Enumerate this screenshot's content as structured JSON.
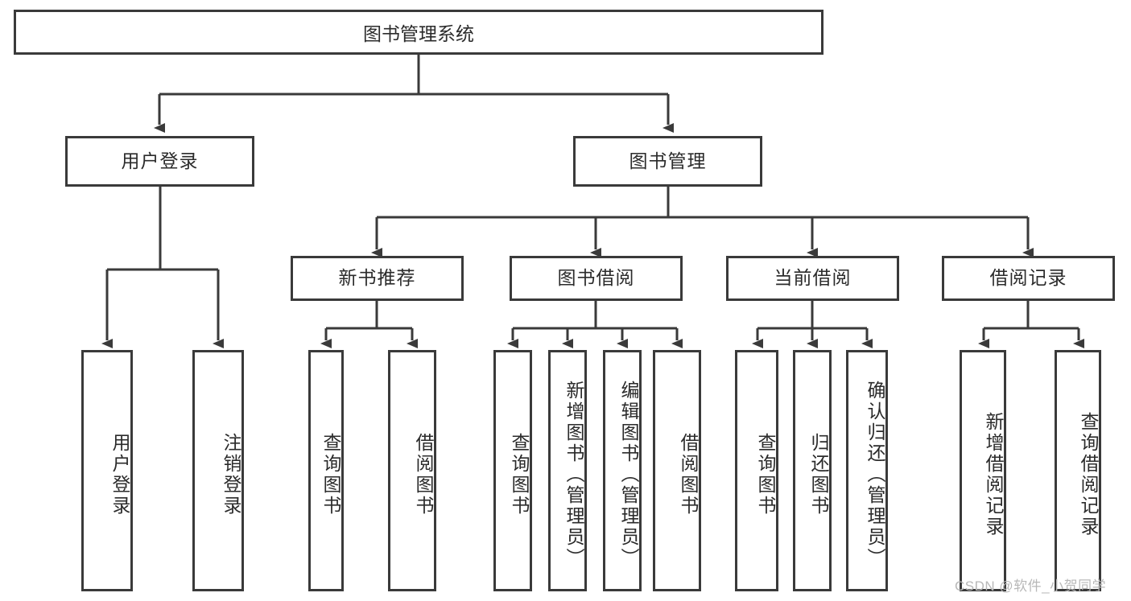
{
  "diagram": {
    "type": "tree",
    "title": "图书管理系统",
    "root": {
      "label": "图书管理系统"
    },
    "level2": [
      {
        "label": "用户登录"
      },
      {
        "label": "图书管理"
      }
    ],
    "level3": [
      {
        "label": "新书推荐"
      },
      {
        "label": "图书借阅"
      },
      {
        "label": "当前借阅"
      },
      {
        "label": "借阅记录"
      }
    ],
    "leaves": [
      {
        "label": "用户登录",
        "parent": "用户登录"
      },
      {
        "label": "注销登录",
        "parent": "用户登录"
      },
      {
        "label": "查询图书",
        "parent": "新书推荐"
      },
      {
        "label": "借阅图书",
        "parent": "新书推荐"
      },
      {
        "label": "查询图书",
        "parent": "图书借阅"
      },
      {
        "label": "新增图书（管理员）",
        "parent": "图书借阅"
      },
      {
        "label": "编辑图书（管理员）",
        "parent": "图书借阅"
      },
      {
        "label": "借阅图书",
        "parent": "图书借阅"
      },
      {
        "label": "查询图书",
        "parent": "当前借阅"
      },
      {
        "label": "归还图书",
        "parent": "当前借阅"
      },
      {
        "label": "确认归还（管理员）",
        "parent": "当前借阅"
      },
      {
        "label": "新增借阅记录",
        "parent": "借阅记录"
      },
      {
        "label": "查询借阅记录",
        "parent": "借阅记录"
      }
    ]
  },
  "watermark": {
    "text": "CSDN @软件_小贺同学"
  },
  "colors": {
    "stroke": "#3a3a3a",
    "background": "#ffffff",
    "text": "#2b2b2b",
    "watermark": "#b8b8b8"
  }
}
